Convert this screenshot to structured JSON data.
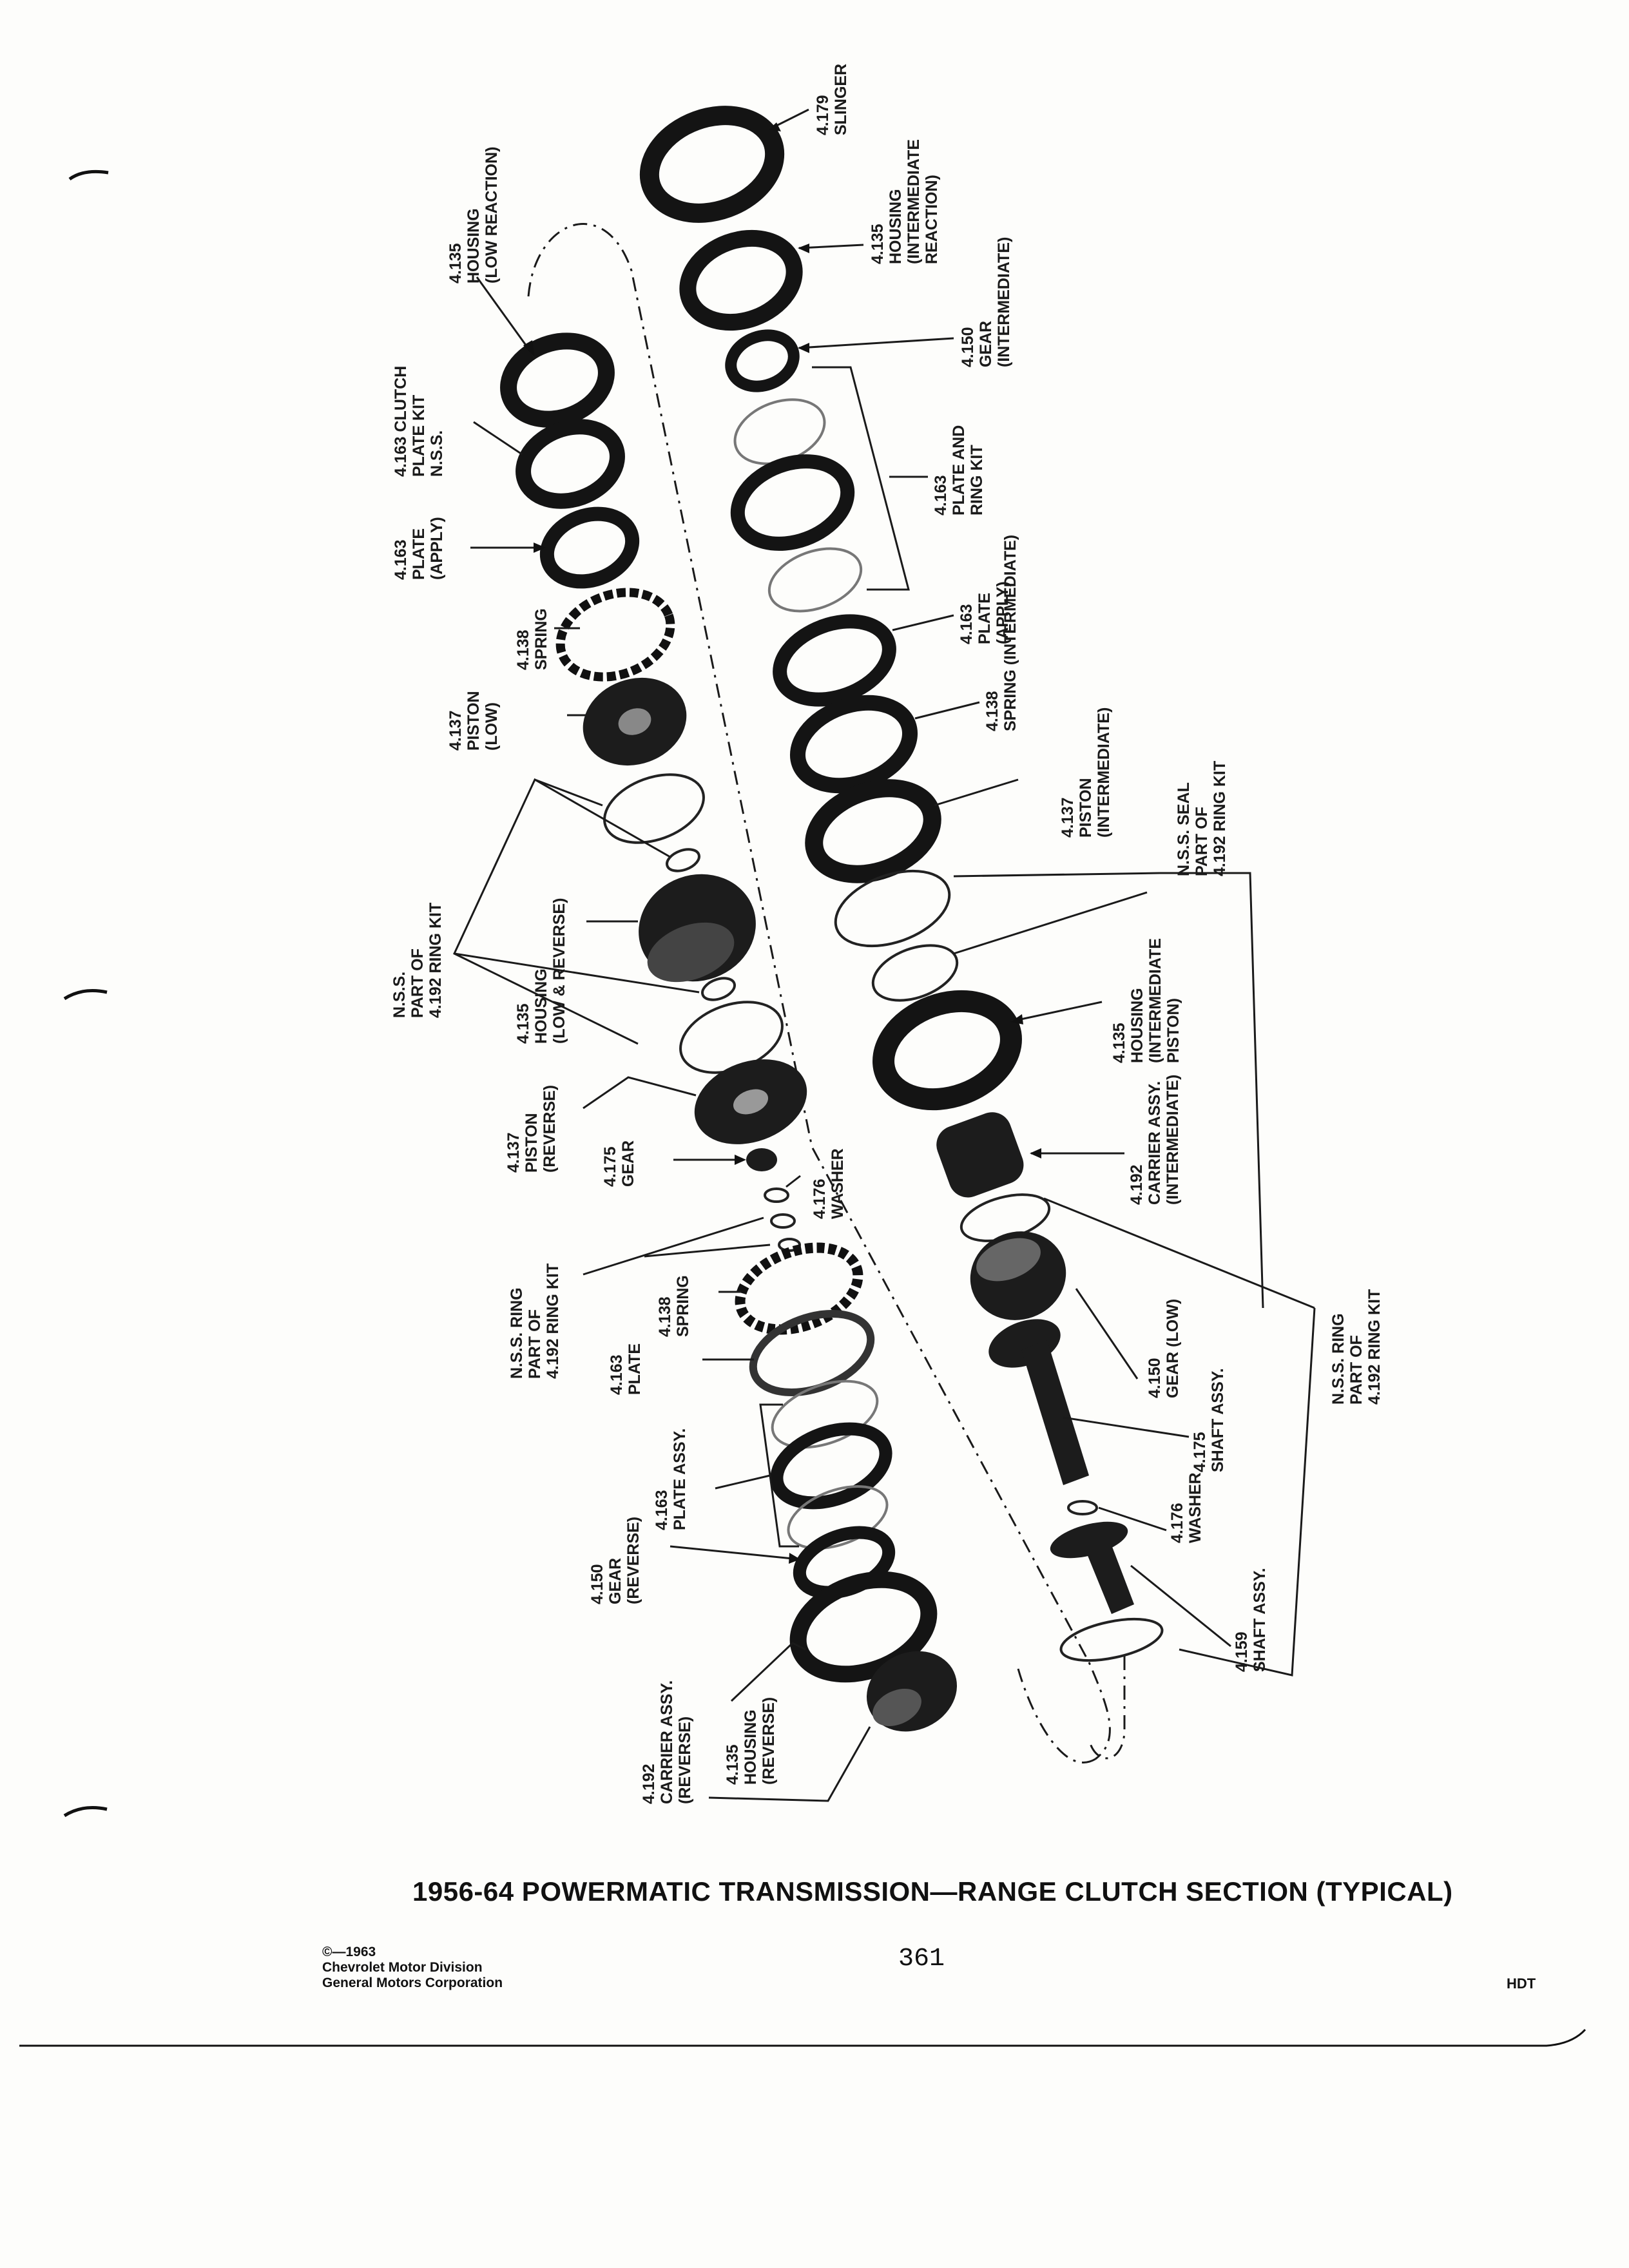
{
  "title": "1956-64 POWERMATIC TRANSMISSION—RANGE CLUTCH SECTION (TYPICAL)",
  "footer": {
    "copyright": "©—1963",
    "division": "Chevrolet Motor Division",
    "corporation": "General Motors Corporation",
    "page_number": "361",
    "code": "HDT"
  },
  "labels": [
    {
      "id": "l1",
      "lines": [
        "4.135",
        "HOUSING",
        "(LOW REACTION)"
      ]
    },
    {
      "id": "l2",
      "lines": [
        "4.163 CLUTCH",
        "PLATE KIT",
        "N.S.S."
      ]
    },
    {
      "id": "l3",
      "lines": [
        "4.163",
        "PLATE",
        "(APPLY)"
      ]
    },
    {
      "id": "l4",
      "lines": [
        "4.138",
        "SPRING"
      ]
    },
    {
      "id": "l5",
      "lines": [
        "4.137",
        "PISTON",
        "(LOW)"
      ]
    },
    {
      "id": "l6",
      "lines": [
        "N.S.S.",
        "PART OF",
        "4.192 RING KIT"
      ]
    },
    {
      "id": "l7",
      "lines": [
        "4.135",
        "HOUSING",
        "(LOW & REVERSE)"
      ]
    },
    {
      "id": "l8",
      "lines": [
        "4.137",
        "PISTON",
        "(REVERSE)"
      ]
    },
    {
      "id": "l9",
      "lines": [
        "4.175",
        "GEAR"
      ]
    },
    {
      "id": "l10",
      "lines": [
        "4.176",
        "WASHER"
      ]
    },
    {
      "id": "l11",
      "lines": [
        "N.S.S. RING",
        "PART OF",
        "4.192 RING KIT"
      ]
    },
    {
      "id": "l12",
      "lines": [
        "4.138",
        "SPRING"
      ]
    },
    {
      "id": "l13",
      "lines": [
        "4.163",
        "PLATE"
      ]
    },
    {
      "id": "l14",
      "lines": [
        "4.163",
        "PLATE ASSY."
      ]
    },
    {
      "id": "l15",
      "lines": [
        "4.150",
        "GEAR",
        "(REVERSE)"
      ]
    },
    {
      "id": "l16",
      "lines": [
        "4.192",
        "CARRIER ASSY.",
        "(REVERSE)"
      ]
    },
    {
      "id": "l17",
      "lines": [
        "4.135",
        "HOUSING",
        "(REVERSE)"
      ]
    },
    {
      "id": "r1",
      "lines": [
        "4.179",
        "SLINGER"
      ]
    },
    {
      "id": "r2",
      "lines": [
        "4.135",
        "HOUSING",
        "(INTERMEDIATE",
        "REACTION)"
      ]
    },
    {
      "id": "r3",
      "lines": [
        "4.150",
        "GEAR",
        "(INTERMEDIATE)"
      ]
    },
    {
      "id": "r4",
      "lines": [
        "4.163",
        "PLATE AND",
        "RING KIT"
      ]
    },
    {
      "id": "r5",
      "lines": [
        "4.163",
        "PLATE",
        "(APPLY)"
      ]
    },
    {
      "id": "r6",
      "lines": [
        "4.138",
        "SPRING (INTERMEDIATE)"
      ]
    },
    {
      "id": "r7",
      "lines": [
        "4.137",
        "PISTON",
        "(INTERMEDIATE)"
      ]
    },
    {
      "id": "r8",
      "lines": [
        "N.S.S. SEAL",
        "PART OF",
        "4.192 RING KIT"
      ]
    },
    {
      "id": "r9",
      "lines": [
        "4.135",
        "HOUSING",
        "(INTERMEDIATE",
        "PISTON)"
      ]
    },
    {
      "id": "r10",
      "lines": [
        "4.192",
        "CARRIER ASSY.",
        "(INTERMEDIATE)"
      ]
    },
    {
      "id": "r11",
      "lines": [
        "4.150",
        "GEAR (LOW)"
      ]
    },
    {
      "id": "r12",
      "lines": [
        "4.175",
        "SHAFT ASSY."
      ]
    },
    {
      "id": "r13",
      "lines": [
        "4.176",
        "WASHER"
      ]
    },
    {
      "id": "r14",
      "lines": [
        "4.159",
        "SHAFT ASSY."
      ]
    },
    {
      "id": "r15",
      "lines": [
        "N.S.S. RING",
        "PART OF",
        "4.192 RING KIT"
      ]
    }
  ]
}
